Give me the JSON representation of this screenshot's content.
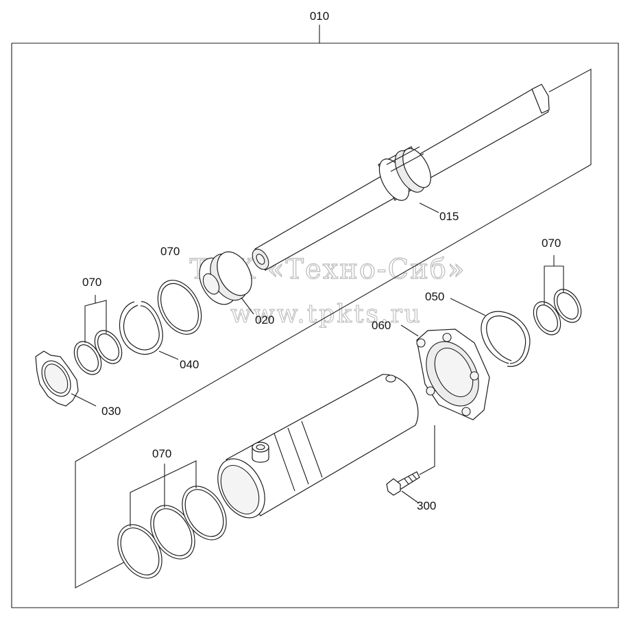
{
  "labels": {
    "assembly": "010",
    "rod": "015",
    "piston": "020",
    "lock_washer": "030",
    "snap_ring": "040",
    "retaining_ring": "050",
    "gland": "060",
    "seal_kit_1": "070",
    "seal_kit_2": "070",
    "seal_kit_3": "070",
    "seal_kit_4": "070",
    "bolt": "300"
  },
  "watermark": {
    "line1": "ТПК «Техно-Сиб»",
    "line2": "www.tpkts.ru"
  }
}
